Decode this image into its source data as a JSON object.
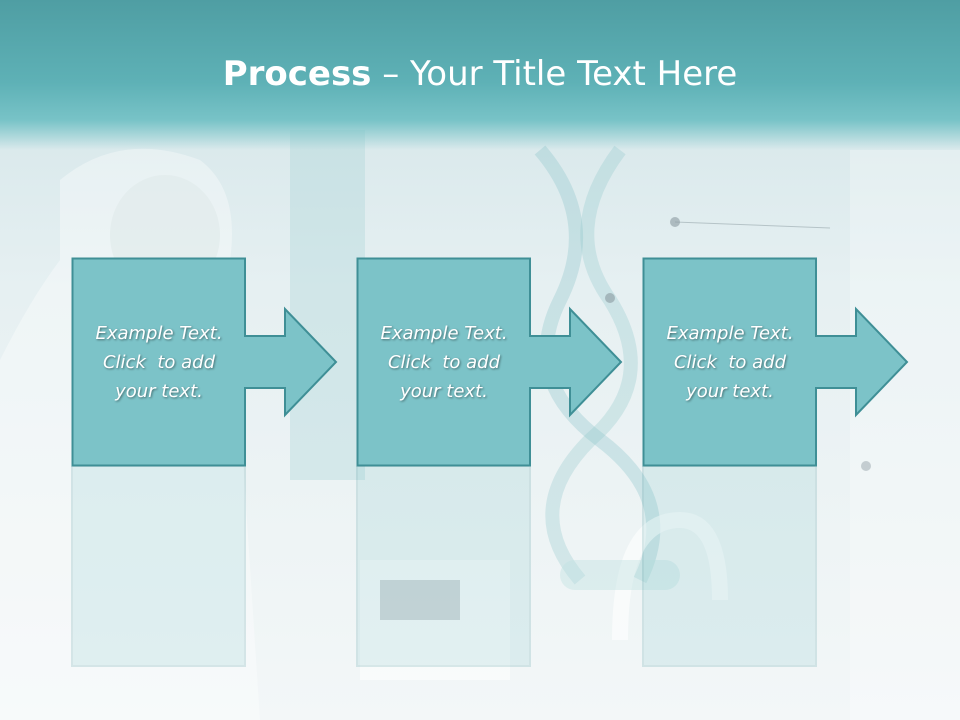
{
  "slide": {
    "title_bold": "Process",
    "title_rest": " – Your Title Text Here",
    "colors": {
      "header": "#5eb1b6",
      "box_fill": "#7cc3c8",
      "box_stroke": "#3f8f96",
      "text": "#ffffff"
    }
  },
  "steps": [
    {
      "text": "Example Text. Click  to add your text.",
      "icon": "right-arrow-icon"
    },
    {
      "text": "Example Text. Click  to add your text.",
      "icon": "right-arrow-icon"
    },
    {
      "text": "Example Text. Click  to add your text.",
      "icon": "right-arrow-icon"
    }
  ]
}
